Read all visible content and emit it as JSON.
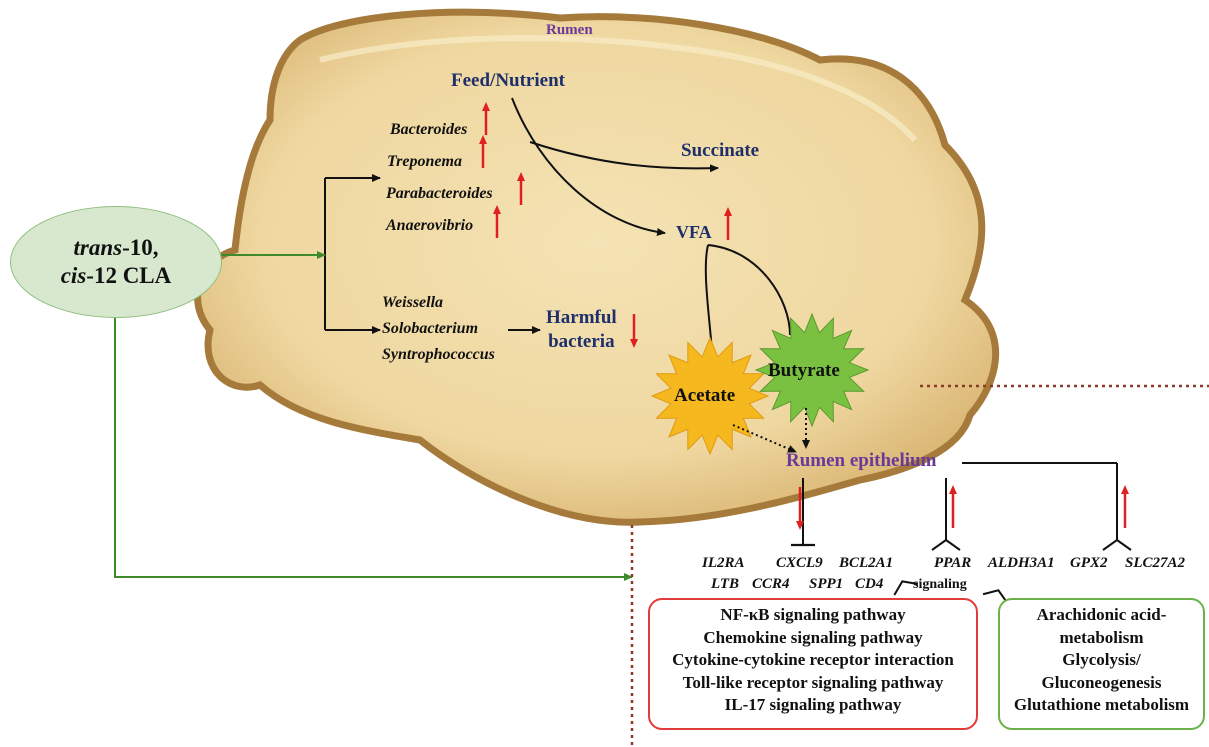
{
  "rumen": {
    "label": "Rumen"
  },
  "feed": {
    "label": "Feed/Nutrient"
  },
  "succinate": {
    "label": "Succinate"
  },
  "vfa": {
    "label": "VFA"
  },
  "cla": {
    "line1_italic": "trans",
    "line1_rest": "-10,",
    "line2_italic": "cis",
    "line2_rest": "-12 CLA"
  },
  "increased_bacteria": [
    "Bacteroides",
    "Treponema",
    "Parabacteroides",
    "Anaerovibrio"
  ],
  "decreased_bacteria": [
    "Weissella",
    "Solobacterium",
    "Syntrophococcus"
  ],
  "harmful": {
    "line1": "Harmful",
    "line2": "bacteria"
  },
  "acetate": {
    "label": "Acetate",
    "color": "#f5b81e"
  },
  "butyrate": {
    "label": "Butyrate",
    "color": "#7ac142"
  },
  "epithelium": {
    "label": "Rumen epithelium"
  },
  "genes_row1": [
    "IL2RA",
    "CXCL9",
    "BCL2A1"
  ],
  "genes_row2": [
    "LTB",
    "CCR4",
    "SPP1",
    "CD4"
  ],
  "ppar": {
    "line1": "PPAR",
    "line2": "signaling"
  },
  "genes_right": [
    "ALDH3A1",
    "GPX2",
    "SLC27A2"
  ],
  "red_box": {
    "color": "#e23b3b",
    "lines": [
      "NF-κB signaling pathway",
      "Chemokine signaling pathway",
      "Cytokine-cytokine receptor interaction",
      "Toll-like receptor signaling pathway",
      "IL-17 signaling pathway"
    ]
  },
  "green_box": {
    "color": "#6bb24a",
    "lines": [
      "Arachidonic acid-",
      "metabolism",
      "Glycolysis/",
      "Gluconeogenesis",
      "Glutathione metabolism"
    ]
  },
  "arrow_up_color": "#e02020",
  "green_arrow_color": "#3f8a2a",
  "dotted_border_color": "#8b3a2a"
}
